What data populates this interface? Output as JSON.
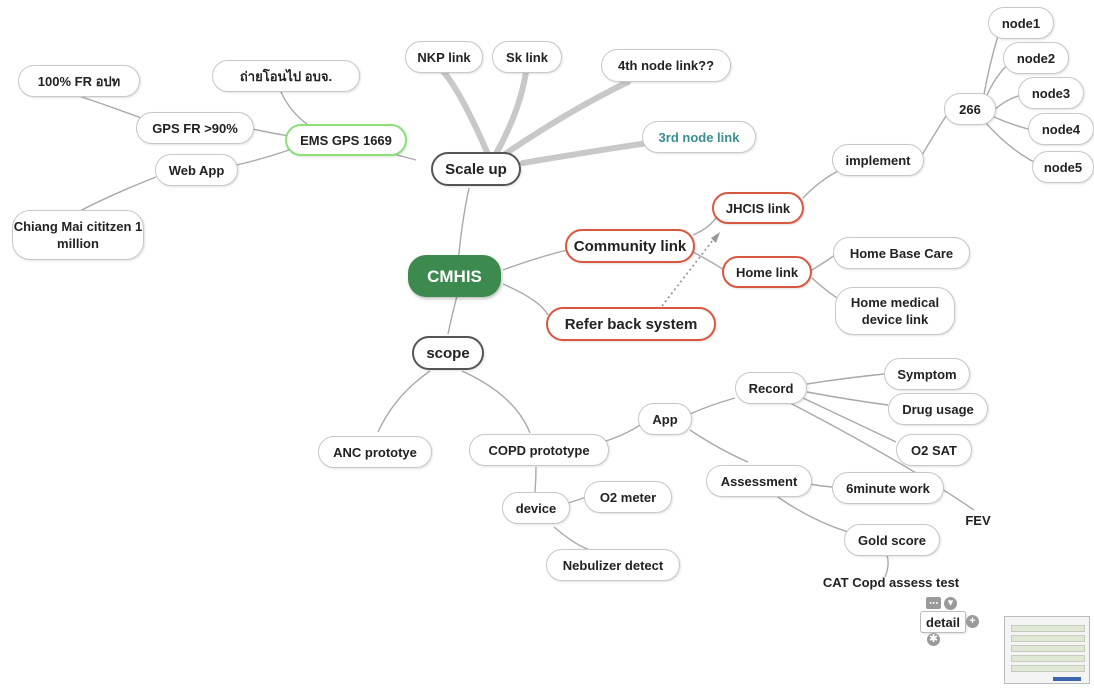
{
  "mindmap": {
    "root": "CMHIS",
    "scale_up": "Scale up",
    "ems": "EMS GPS 1669",
    "thai_transfer": "ถ่ายโอนไป อบจ.",
    "fr_100": "100% FR อปท",
    "gps_fr": "GPS FR >90%",
    "web_app": "Web App",
    "chiang_mai": "Chiang Mai cititzen 1 million",
    "nkp": "NKP link",
    "sk": "Sk link",
    "fourth": "4th node link??",
    "third": "3rd node link",
    "community": "Community link",
    "jhcis": "JHCIS link",
    "implement": "implement",
    "n266": "266",
    "node1": "node1",
    "node2": "node2",
    "node3": "node3",
    "node4": "node4",
    "node5": "node5",
    "home_link": "Home link",
    "home_base": "Home Base Care",
    "home_medical": "Home medical device link",
    "refer": "Refer back system",
    "scope": "scope",
    "anc": "ANC prototye",
    "copd": "COPD  prototype",
    "app": "App",
    "record": "Record",
    "symptom": "Symptom",
    "drug": "Drug usage",
    "o2sat": "O2 SAT",
    "fev": "FEV",
    "assessment": "Assessment",
    "six_min": "6minute work",
    "gold": "Gold score",
    "cat": "CAT Copd assess test",
    "detail": "detail",
    "device": "device",
    "o2meter": "O2 meter",
    "nebulizer": "Nebulizer detect"
  },
  "colors": {
    "root_fill": "#3d8a4e",
    "red_border": "#d9573f",
    "green_border": "#8be07a",
    "teal_text": "#3a8f94",
    "edge": "#a9a9a9"
  },
  "icons": {
    "note": "note-icon",
    "collapse": "collapse-icon",
    "add": "add-icon",
    "settings": "gear-icon"
  }
}
